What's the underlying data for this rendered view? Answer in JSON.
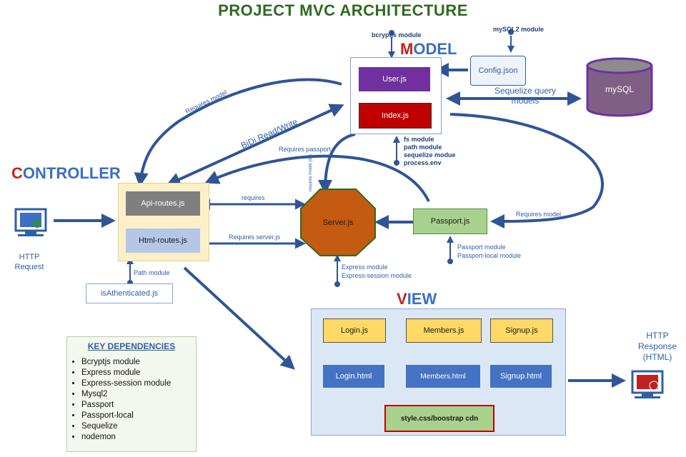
{
  "title": "PROJECT MVC ARCHITECTURE",
  "sections": {
    "model": {
      "first": "M",
      "rest": "ODEL"
    },
    "controller": {
      "first": "C",
      "rest": "ONTROLLER"
    },
    "view": {
      "first": "V",
      "rest": "IEW"
    }
  },
  "model": {
    "user": "User.js",
    "index": "Index.js",
    "config": "Config.json",
    "mysql": "mySQL",
    "bcrypt_label": "bcryptjs module",
    "mysql2_label": "mySQL2 module",
    "sequelize_query": "Sequelize query\nmodels",
    "index_modules": [
      "fs module",
      "path module",
      "sequelize modue",
      "process.env"
    ]
  },
  "controller": {
    "api_routes": "Api-routes.js",
    "html_routes": "Html-routes.js",
    "isauth": "isAthenticated.js",
    "path_module": "Path module",
    "http_request": "HTTP\nRequest"
  },
  "server": {
    "label": "Server.js",
    "modules": [
      "Express module",
      "Express-session module"
    ],
    "requires_model_db": "requires model (db)"
  },
  "passport": {
    "label": "Passport.js",
    "modules": [
      "Passport module",
      "Passport-local module"
    ]
  },
  "edges": {
    "requires_model_left": "Requires model",
    "bidi": "BiDi Read/Write",
    "requires_passport": "Requires passport",
    "requires": "requires",
    "requires_server": "Requires server.js",
    "requires_model_right": "Requires model"
  },
  "view": {
    "login_js": "Login.js",
    "members_js": "Members.js",
    "signup_js": "Signup.js",
    "login_html": "Login.html",
    "members_html": "Members.html",
    "signup_html": "Signup.html",
    "style": "style.css/boostrap cdn"
  },
  "http_response": "HTTP\nResponse\n(HTML)",
  "key_dependencies": {
    "title": "KEY DEPENDENCIES",
    "items": [
      "Bcryptjs module",
      "Express module",
      "Express-session module",
      "Mysql2",
      "Passport",
      "Passport-local",
      "Sequelize",
      "nodemon"
    ]
  },
  "colors": {
    "title_green": "#2e6b1f",
    "section_blue": "#3b6fc1",
    "section_red": "#c0231f",
    "user_purple": "#7030a0",
    "index_red": "#c00000",
    "api_gray": "#7f7f7f",
    "html_blue": "#b4c7e7",
    "server_orange": "#c55a11",
    "passport_green": "#a9d18e",
    "view_yellow": "#ffd966",
    "view_blue": "#4472c4",
    "mysql_purple": "#7f6084",
    "arrow_blue": "#2f5597"
  }
}
